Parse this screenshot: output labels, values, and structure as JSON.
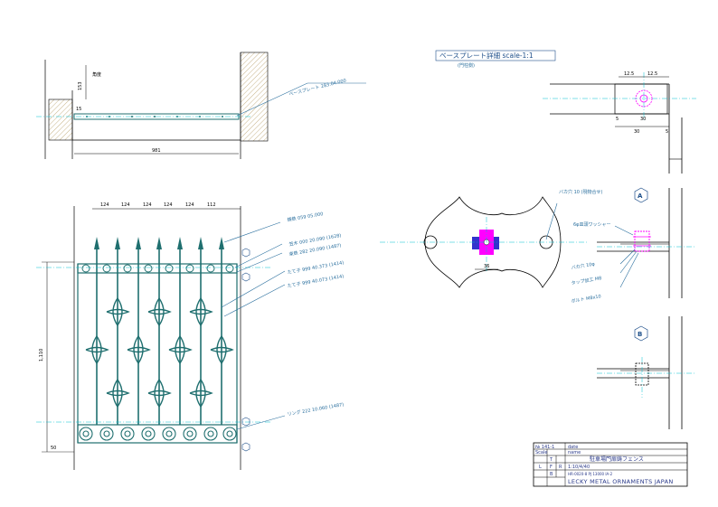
{
  "colors": {
    "line": "#000000",
    "steel": "#1f6f6f",
    "leader": "#2a6f9e",
    "center": "#00c0d0",
    "bolt_magenta": "#ff00ff",
    "washer_blue": "#3333cc",
    "hatch": "#b9a06a"
  },
  "top_view": {
    "angle_label": "角度",
    "angle_dim": "153",
    "offset_dim": "15",
    "width_dim": "981",
    "baseplate_note": "ベースプレート 283.04.000"
  },
  "front_view": {
    "spacing_dims": [
      "124",
      "124",
      "124",
      "124",
      "124",
      "112"
    ],
    "height_dim": "1,110",
    "bottom_dim": "50",
    "labels": [
      "鋳鉄 059 05.000",
      "笠木 000 20.090 (1628)",
      "束鉄 282 20.090 (1487)",
      "たて子 999 40.373 (1414)",
      "たて子 999 40.073 (1414)",
      "リング 222 10.060 (1487)"
    ]
  },
  "detail": {
    "title": "ベースプレート詳細  scale-1:1",
    "subtitle": "(門柱側)",
    "dims_top": [
      "12.5",
      "12.5"
    ],
    "dim_30a": "30",
    "dim_30b": "30",
    "dim_5": "5",
    "dim_5b": "5",
    "plate_dim": "36"
  },
  "section": {
    "marker_a": "A",
    "marker_b": "B",
    "notes": [
      "バカ穴 10 (現物合せ)",
      "6φ皿頭ワッシャー",
      "バカ穴 10φ",
      "タップ加工 M8",
      "ボルト M8x10"
    ]
  },
  "title_block": {
    "drawing_no": "№ 141-1",
    "date_label": "date",
    "scale_label": "Scale",
    "cell_t": "T",
    "cell_l": "L",
    "cell_f": "F",
    "cell_r": "R",
    "cell_b": "B",
    "name_label": "name",
    "name_value": "駐車場門扉鋳フェンス",
    "row2": "1:10/4/40",
    "row3": "HR-0020-8 PJ 13000 IA-2",
    "company": "LECKY METAL ORNAMENTS JAPAN"
  }
}
